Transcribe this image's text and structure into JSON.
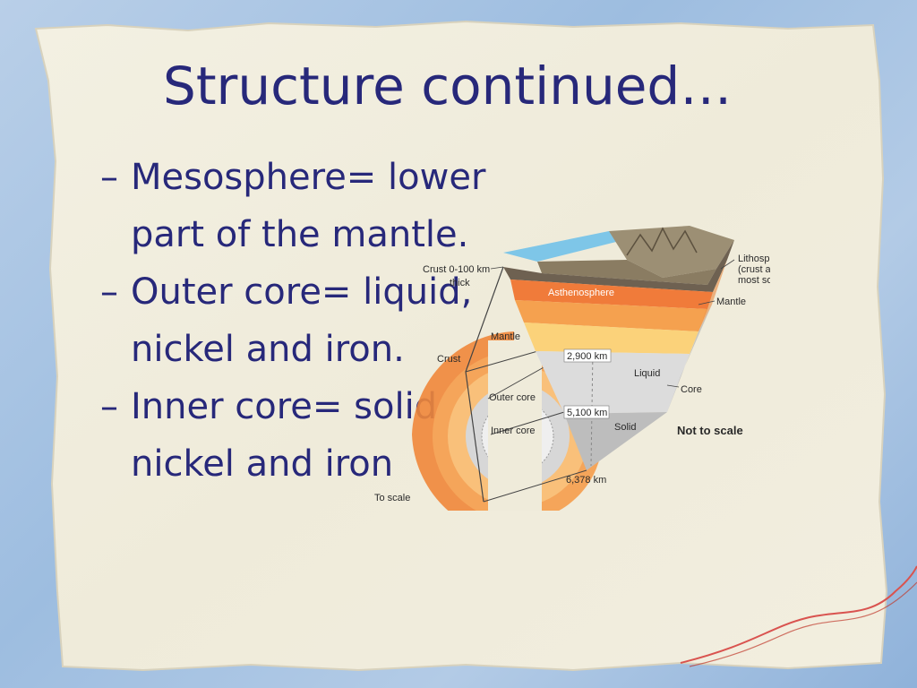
{
  "slide": {
    "title": "Structure continued…",
    "bullets": [
      {
        "dash": "–",
        "text": "Mesosphere= lower part of the mantle."
      },
      {
        "dash": "–",
        "text": "Outer core= liquid, nickel and iron."
      },
      {
        "dash": "–",
        "text": "Inner core= solid, nickel and iron"
      }
    ]
  },
  "figure": {
    "labels": {
      "crust_thick_1": "Crust 0-100 km",
      "crust_thick_2": "thick",
      "lithosphere_1": "Lithosphere",
      "lithosphere_2": "(crust and upper-",
      "lithosphere_3": "most solid mantle)",
      "asthenosphere": "Asthenosphere",
      "mantle_right": "Mantle",
      "mantle_left": "Mantle",
      "crust": "Crust",
      "depth_2900": "2,900 km",
      "liquid": "Liquid",
      "core": "Core",
      "outer_core": "Outer core",
      "depth_5100": "5,100 km",
      "solid": "Solid",
      "not_to_scale": "Not to scale",
      "inner_core": "Inner core",
      "depth_6378": "6,378 km",
      "to_scale": "To scale"
    }
  },
  "colors": {
    "title": "#27287a",
    "paper": "#f1eedf",
    "crust_orange": "#f08a3c",
    "mantle_yellow": "#fbd27a",
    "accent_wave": "#d9534f"
  }
}
